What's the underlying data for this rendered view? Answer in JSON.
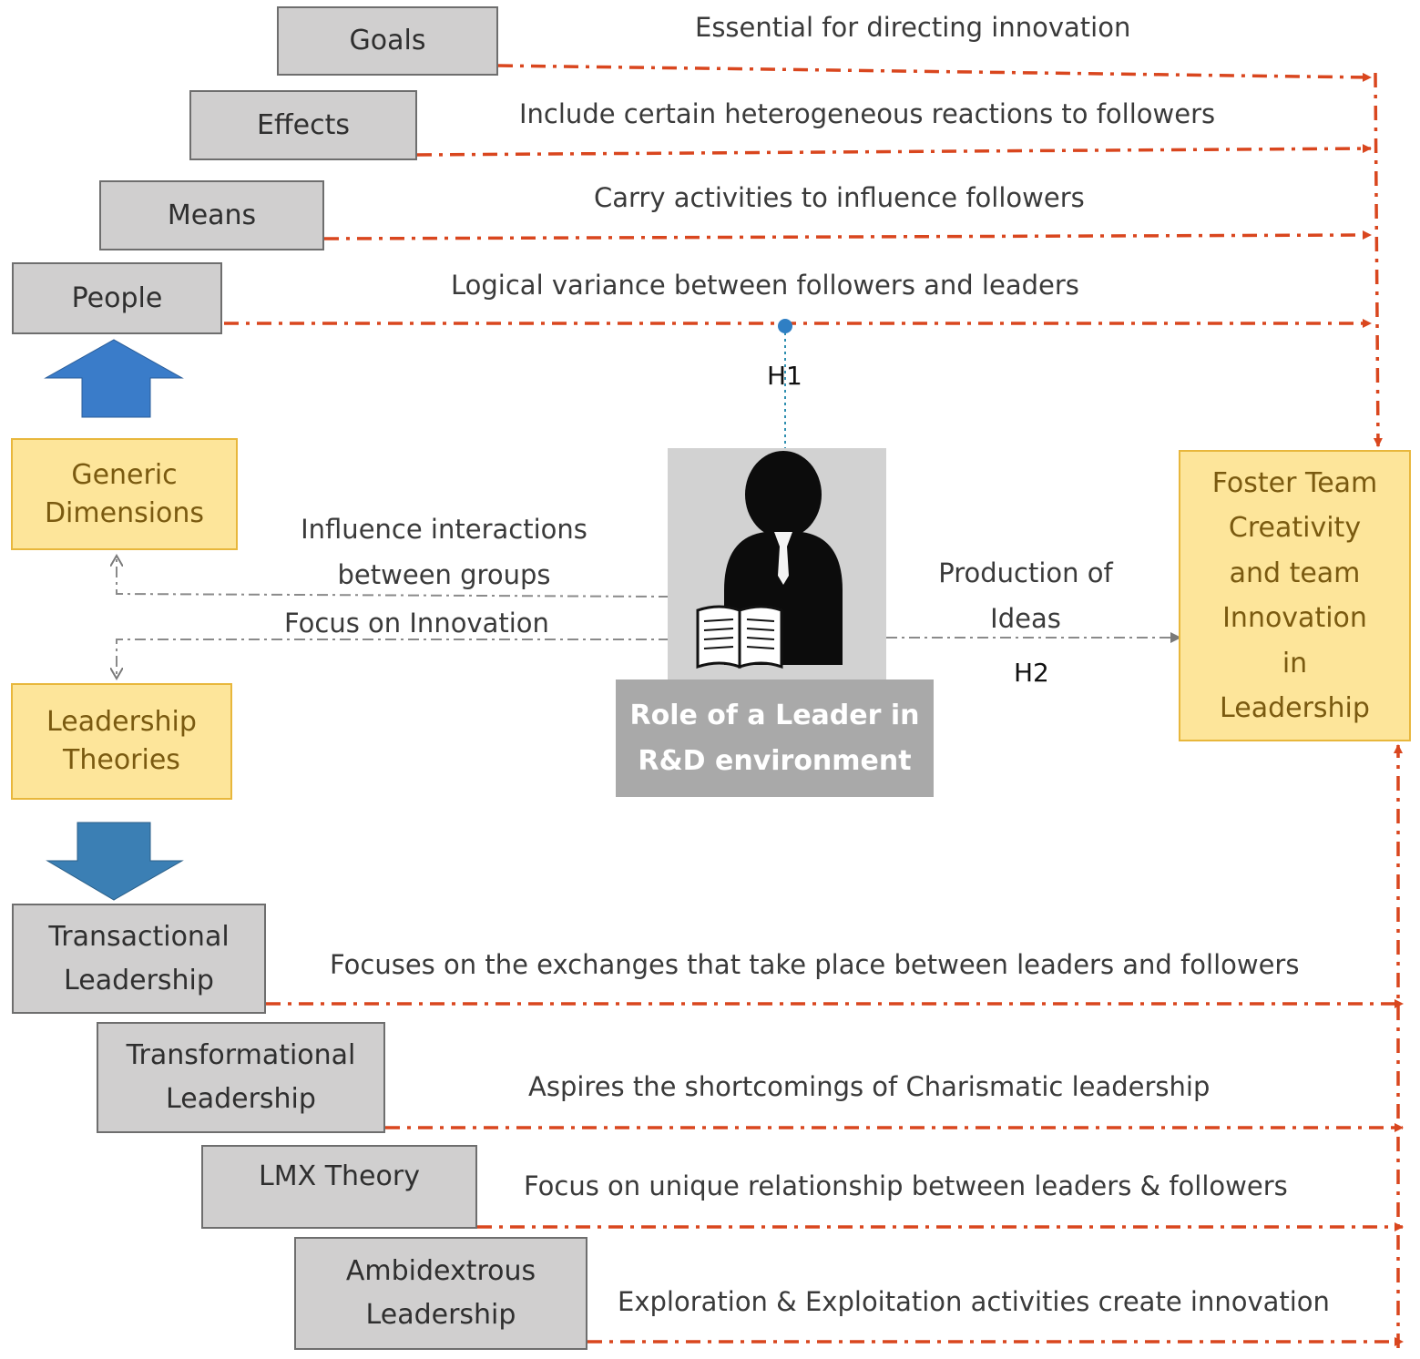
{
  "dimensions_label": "Generic\nDimensions",
  "theories_label": "Leadership\nTheories",
  "outcome_label": "Foster Team\nCreativity\nand team\nInnovation\nin\nLeadership",
  "leader_label": "Role of a Leader in\nR&D environment",
  "dimensions": [
    {
      "label": "Goals",
      "desc": "Essential for directing innovation"
    },
    {
      "label": "Effects",
      "desc": "Include certain heterogeneous reactions to followers"
    },
    {
      "label": "Means",
      "desc": "Carry activities to influence followers"
    },
    {
      "label": "People",
      "desc": "Logical variance between followers and leaders"
    }
  ],
  "theories": [
    {
      "label": "Transactional\nLeadership",
      "desc": "Focuses on the exchanges that take place between leaders and followers"
    },
    {
      "label": "Transformational\nLeadership",
      "desc": "Aspires the shortcomings of Charismatic leadership"
    },
    {
      "label": "LMX Theory",
      "desc": "Focus on unique relationship between leaders & followers"
    },
    {
      "label": "Ambidextrous\nLeadership",
      "desc": "Exploration & Exploitation activities create innovation"
    }
  ],
  "links": {
    "influence": "Influence interactions\nbetween groups",
    "focus": "Focus on Innovation",
    "production": "Production of\nIdeas",
    "h1": "H1",
    "h2": "H2"
  },
  "colors": {
    "connector_red": "#d9461e",
    "gray_box": "#d0cfcf",
    "yellow_box": "#fde59a",
    "blue_arrow": "#3a7cc9"
  },
  "icons": [
    "leader-with-book-icon",
    "up-arrow-icon",
    "down-arrow-icon"
  ]
}
